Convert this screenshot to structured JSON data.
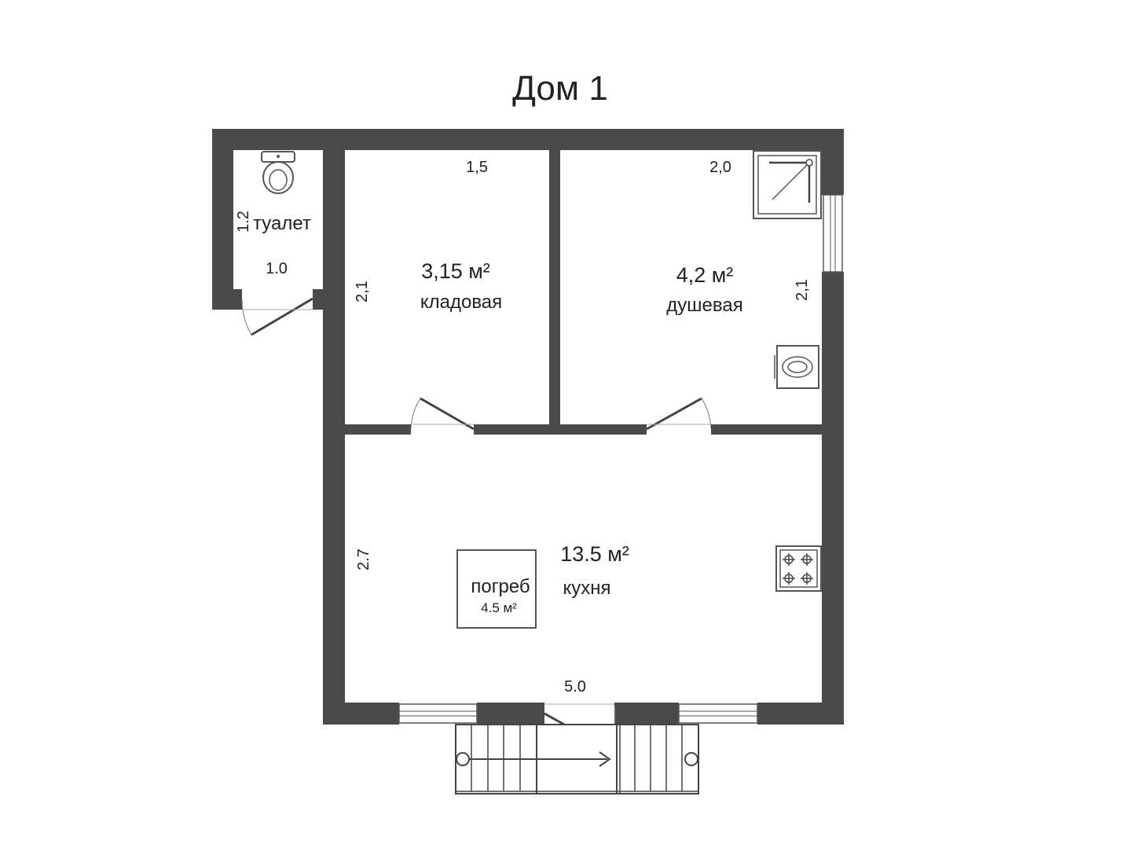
{
  "title": "Дом 1",
  "colors": {
    "wall": "#4a4a4a",
    "background": "#ffffff",
    "text": "#222222"
  },
  "rooms": {
    "toilet": {
      "name": "туалет",
      "width": "1.0",
      "length": "1.2"
    },
    "storage": {
      "area": "3,15 м²",
      "name": "кладовая",
      "width": "1,5",
      "length": "2,1"
    },
    "shower": {
      "area": "4,2 м²",
      "name": "душевая",
      "width": "2,0",
      "length": "2,1"
    },
    "kitchen": {
      "area": "13.5 м²",
      "name": "кухня",
      "width": "5.0",
      "length": "2.7"
    },
    "cellar": {
      "name": "погреб",
      "area": "4.5 м²"
    }
  },
  "fixtures": [
    "toilet-icon",
    "shower-tray-icon",
    "washing-machine-icon",
    "stove-icon",
    "stairs-icon"
  ]
}
